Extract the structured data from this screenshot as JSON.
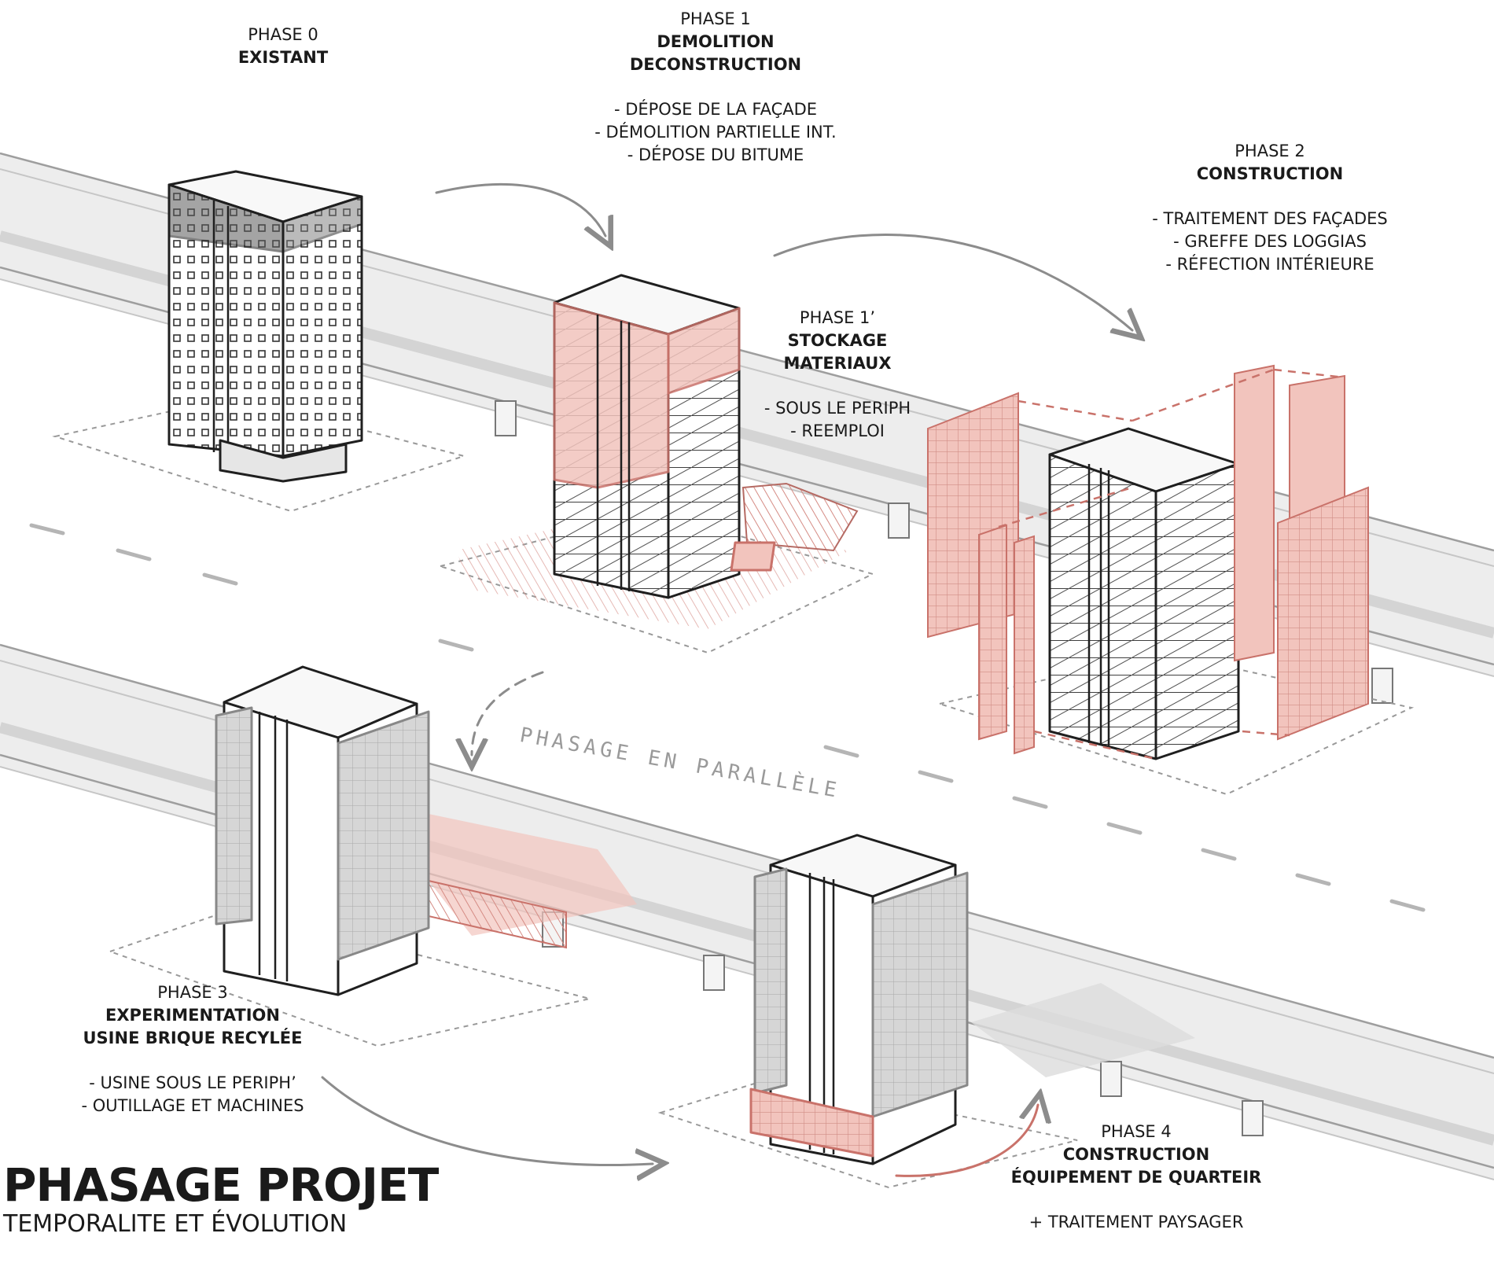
{
  "title": {
    "main": "PHASAGE PROJET",
    "sub": "TEMPORALITE ET ÉVOLUTION"
  },
  "phases": [
    {
      "id": "phase0",
      "phase": "PHASE 0",
      "titles": [
        "EXISTANT"
      ],
      "items": []
    },
    {
      "id": "phase1",
      "phase": "PHASE 1",
      "titles": [
        "DEMOLITION",
        "DECONSTRUCTION"
      ],
      "items": [
        "- DÉPOSE DE LA FAÇADE",
        "- DÉMOLITION PARTIELLE INT.",
        "- DÉPOSE DU BITUME"
      ]
    },
    {
      "id": "phase1b",
      "phase": "PHASE 1’",
      "titles": [
        "STOCKAGE",
        "MATERIAUX"
      ],
      "items": [
        "- SOUS LE PERIPH",
        "- REEMPLOI"
      ]
    },
    {
      "id": "phase2",
      "phase": "PHASE 2",
      "titles": [
        "CONSTRUCTION"
      ],
      "items": [
        "- TRAITEMENT DES FAÇADES",
        "- GREFFE DES LOGGIAS",
        "- RÉFECTION INTÉRIEURE"
      ]
    },
    {
      "id": "phase3",
      "phase": "PHASE 3",
      "titles": [
        "EXPERIMENTATION",
        "USINE BRIQUE RECYLÉE"
      ],
      "items": [
        "- USINE SOUS LE PERIPH’",
        "- OUTILLAGE ET MACHINES"
      ]
    },
    {
      "id": "phase4",
      "phase": "PHASE 4",
      "titles": [
        "CONSTRUCTION",
        "ÉQUIPEMENT DE QUARTEIR"
      ],
      "items": [
        "+ TRAITEMENT PAYSAGER"
      ]
    }
  ],
  "annotation": "PHASAGE EN PARALLÈLE",
  "colors": {
    "ink": "#1a1a1a",
    "pencil": "#3a3a3a",
    "road": "#e9e9e9",
    "road_edge": "#bdbdbd",
    "brick_fill": "#f2c4bd",
    "brick_stroke": "#c9726a",
    "grey_panel": "#d3d3d3",
    "arrow": "#8c8c8c"
  }
}
